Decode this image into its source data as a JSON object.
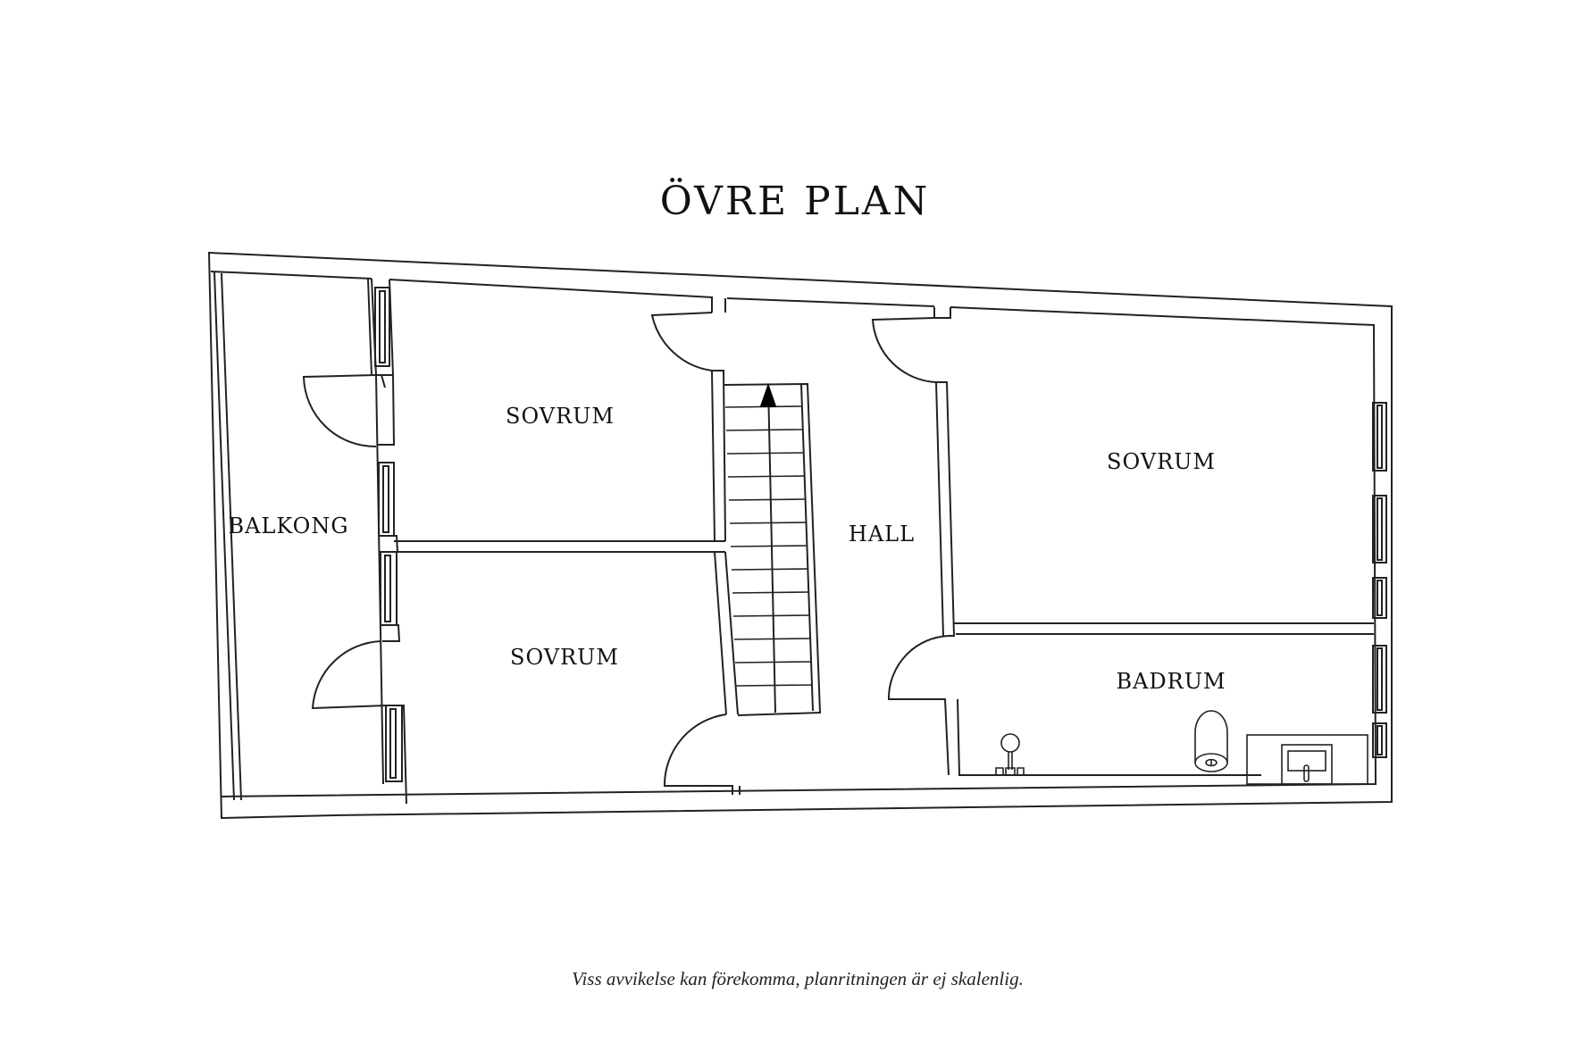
{
  "header": {
    "title": "ÖVRE PLAN"
  },
  "rooms": [
    {
      "id": "balkong",
      "label": "BALKONG"
    },
    {
      "id": "sovrum-top-left",
      "label": "SOVRUM"
    },
    {
      "id": "sovrum-bottom-left",
      "label": "SOVRUM"
    },
    {
      "id": "hall",
      "label": "HALL"
    },
    {
      "id": "sovrum-right",
      "label": "SOVRUM"
    },
    {
      "id": "badrum",
      "label": "BADRUM"
    }
  ],
  "fixtures": {
    "staircase": {
      "direction": "up",
      "steps": 13
    },
    "bathroom": [
      "shower",
      "toilet",
      "sink-counter"
    ]
  },
  "footer": {
    "disclaimer": "Viss avvikelse kan förekomma, planritningen är ej skalenlig."
  },
  "colors": {
    "line": "#222222",
    "background": "#ffffff",
    "text": "#111111"
  }
}
